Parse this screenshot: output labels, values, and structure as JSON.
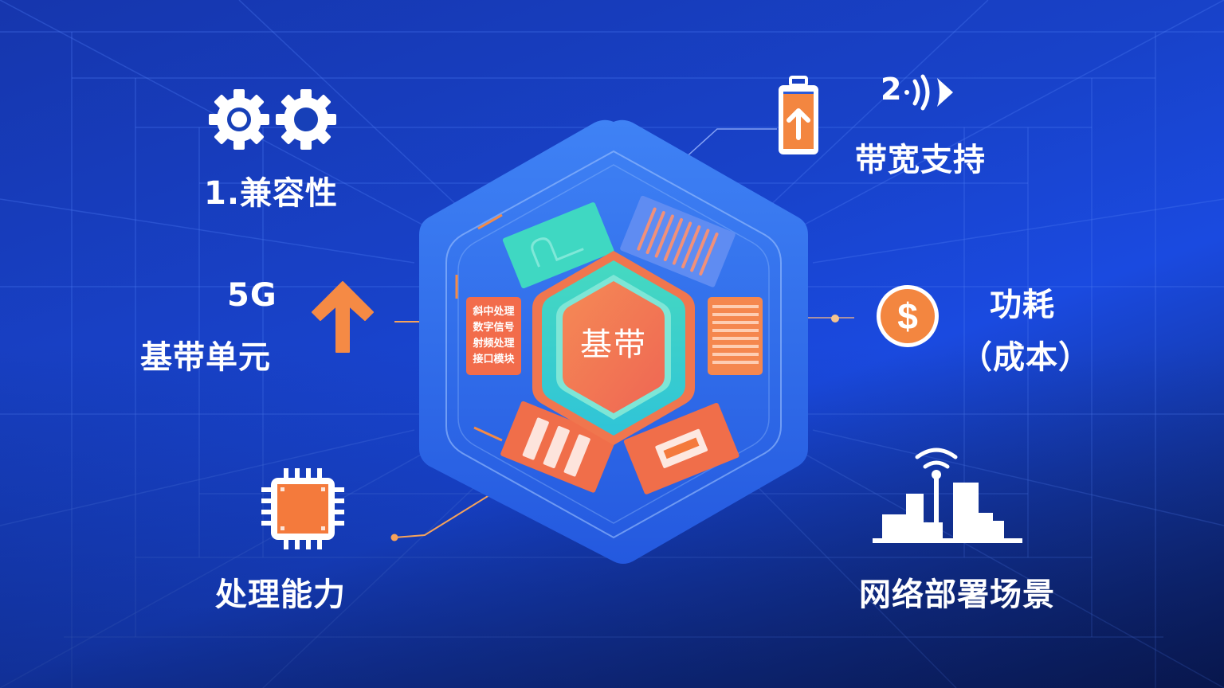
{
  "diagram": {
    "type": "hub-and-spoke infographic",
    "theme": {
      "background_top": "#1636ad",
      "background_right": "#1a4ae0",
      "background_bottom": "#0b1d5a",
      "accent_orange": "#f47c3c",
      "accent_teal": "#3fd4c8",
      "hex_blue": "#3a78ee",
      "text": "#ffffff"
    },
    "center": {
      "label": "基带",
      "icon": "hexagon-hub",
      "modules": [
        {
          "name": "teal-card",
          "icon": "lock-icon"
        },
        {
          "name": "stripes-card",
          "icon": "stripes-icon"
        },
        {
          "name": "text-card",
          "lines": [
            "斜中处理",
            "数字信号",
            "射频处理",
            "接口模块"
          ]
        },
        {
          "name": "list-card",
          "icon": "list-icon"
        },
        {
          "name": "bars-card",
          "icon": "bars-icon"
        },
        {
          "name": "tag-card",
          "icon": "tag-icon"
        }
      ]
    },
    "nodes": [
      {
        "id": "compatibility",
        "label": "1.兼容性",
        "icon": "gears-icon",
        "position": "top-left"
      },
      {
        "id": "bandwidth",
        "prefix": "2",
        "label": "带宽支持",
        "icon": "battery-up-icon",
        "secondary_icon": "signal-waves-icon",
        "position": "top-right"
      },
      {
        "id": "baseband",
        "line1": "5G",
        "line2": "基带单元",
        "icon": "arrow-up-icon",
        "position": "middle-left"
      },
      {
        "id": "power",
        "line1": "功耗",
        "line2": "（成本）",
        "icon": "dollar-coin-icon",
        "position": "middle-right"
      },
      {
        "id": "processing",
        "label": "处理能力",
        "icon": "cpu-chip-icon",
        "position": "bottom-left"
      },
      {
        "id": "deployment",
        "label": "网络部署场景",
        "icon": "city-antenna-icon",
        "position": "bottom-right"
      }
    ]
  }
}
